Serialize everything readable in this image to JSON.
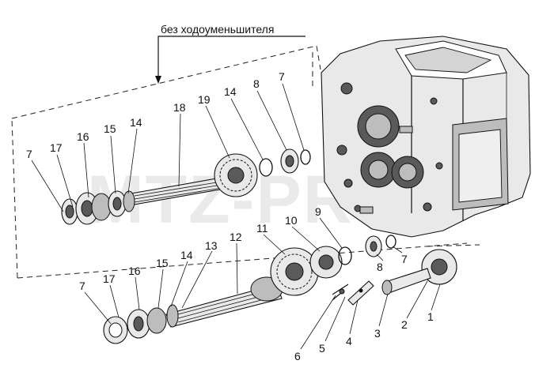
{
  "diagram": {
    "caption": "без ходоуменьшителя",
    "watermark": "MTZ-PRO",
    "upper_shaft_labels": [
      "7",
      "17",
      "16",
      "15",
      "14",
      "18",
      "19",
      "14",
      "8",
      "7"
    ],
    "lower_shaft_labels": [
      "7",
      "17",
      "16",
      "15",
      "14",
      "13",
      "12",
      "11",
      "10",
      "9"
    ],
    "side_parts_labels": [
      "8",
      "7",
      "6",
      "5",
      "4",
      "3",
      "2",
      "1"
    ]
  }
}
